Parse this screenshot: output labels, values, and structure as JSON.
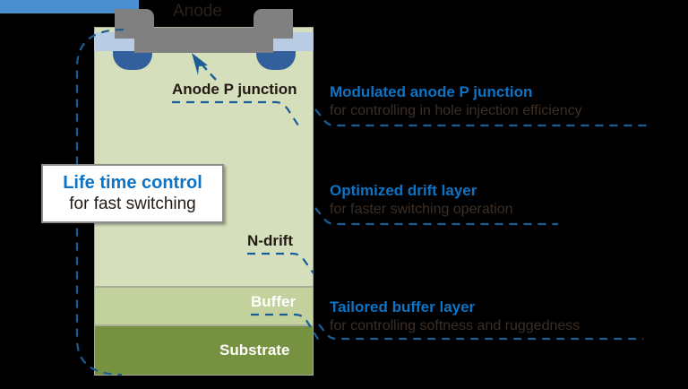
{
  "diagram": {
    "title": "IGBT vertical cross-section with technology callouts",
    "device": {
      "top_label": "Anode",
      "anode_p_junction_label": "Anode P junction",
      "layers": [
        {
          "name": "N-drift",
          "label": "N-drift",
          "color": "#d6dfbc",
          "text_color": "#231a14"
        },
        {
          "name": "Buffer",
          "label": "Buffer",
          "color": "#c3d19c",
          "text_color": "#ffffff"
        },
        {
          "name": "Substrate",
          "label": "Substrate",
          "color": "#769140",
          "text_color": "#ffffff"
        }
      ],
      "materials": {
        "anode_metal": "#808080",
        "oxide": "#b8cce4",
        "p_well": "#31609c",
        "p_junction": "#4a90d0"
      }
    },
    "life_time_box": {
      "title": "Life time control",
      "subtitle": "for fast switching",
      "title_color": "#0d73c4"
    },
    "callouts": [
      {
        "id": "anode-p-junction",
        "title": "Modulated anode P junction",
        "subtitle": "for controlling in hole injection efficiency"
      },
      {
        "id": "drift-layer",
        "title": "Optimized drift layer",
        "subtitle": "for faster switching operation"
      },
      {
        "id": "buffer-layer",
        "title": "Tailored buffer layer",
        "subtitle": "for controlling softness and ruggedness"
      }
    ],
    "accent_color": "#0d73c4",
    "dash_color": "#1b5e96"
  }
}
